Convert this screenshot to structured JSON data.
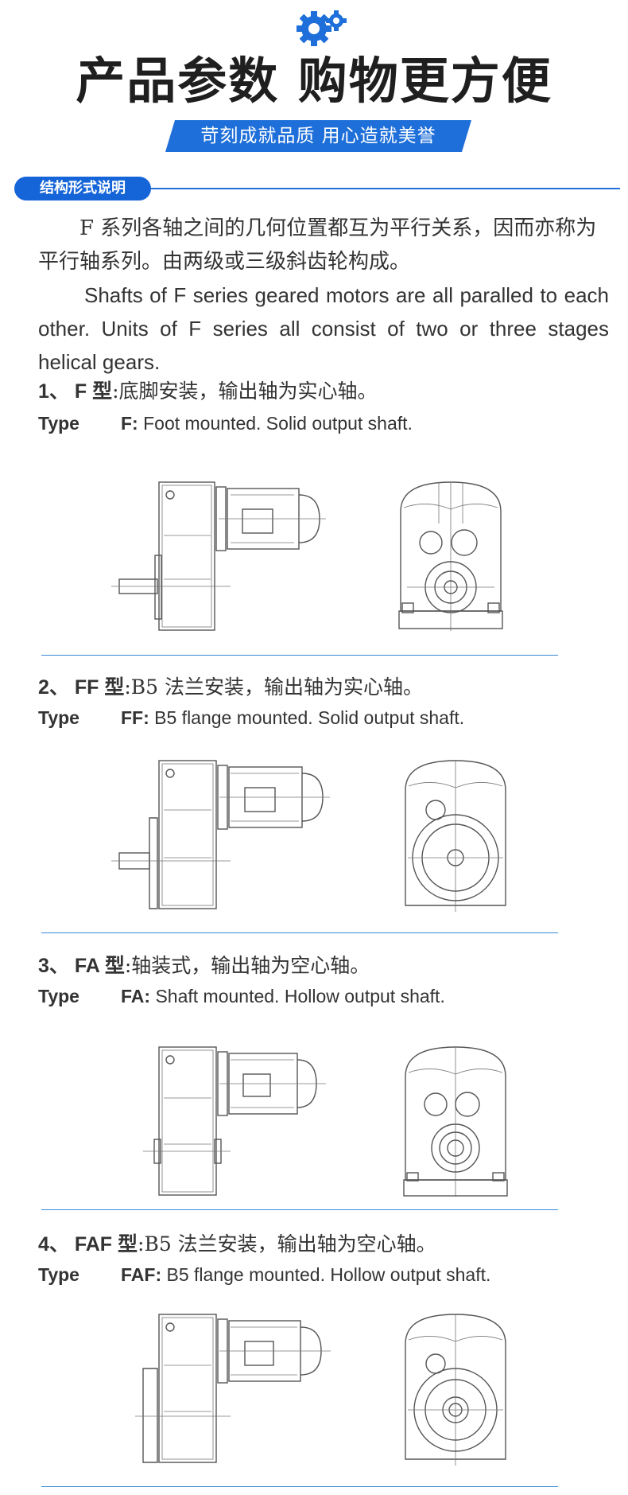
{
  "header": {
    "title": "产品参数 购物更方便",
    "slogan": "苛刻成就品质  用心造就美誉"
  },
  "section": {
    "label": "结构形式说明"
  },
  "intro": {
    "cn": "F 系列各轴之间的几何位置都互为平行关系，因而亦称为平行轴系列。由两级或三级斜齿轮构成。",
    "en": "Shafts of  F series geared motors are all paralled to each other. Units of  F series all consist of two or three stages helical gears."
  },
  "types": [
    {
      "num": "1、",
      "code": "F 型",
      "cn_desc": ":底脚安装，输出轴为实心轴。",
      "type_word": "Type",
      "en_code": "F:",
      "en_desc": "Foot mounted. Solid output shaft."
    },
    {
      "num": "2、",
      "code": "FF 型",
      "cn_desc": ":B5 法兰安装，输出轴为实心轴。",
      "type_word": "Type",
      "en_code": "FF:",
      "en_desc": "B5 flange mounted. Solid output shaft."
    },
    {
      "num": "3、",
      "code": "FA 型",
      "cn_desc": ":轴装式，输出轴为空心轴。",
      "type_word": "Type",
      "en_code": "FA:",
      "en_desc": "Shaft mounted. Hollow output shaft."
    },
    {
      "num": "4、",
      "code": "FAF 型",
      "cn_desc": ":B5 法兰安装，输出轴为空心轴。",
      "type_word": "Type",
      "en_code": "FAF:",
      "en_desc": "B5 flange mounted. Hollow output shaft."
    }
  ],
  "colors": {
    "accent": "#1565d8",
    "banner": "#1e6fd9",
    "text": "#333333"
  },
  "icons": {
    "header": "gears-icon"
  }
}
